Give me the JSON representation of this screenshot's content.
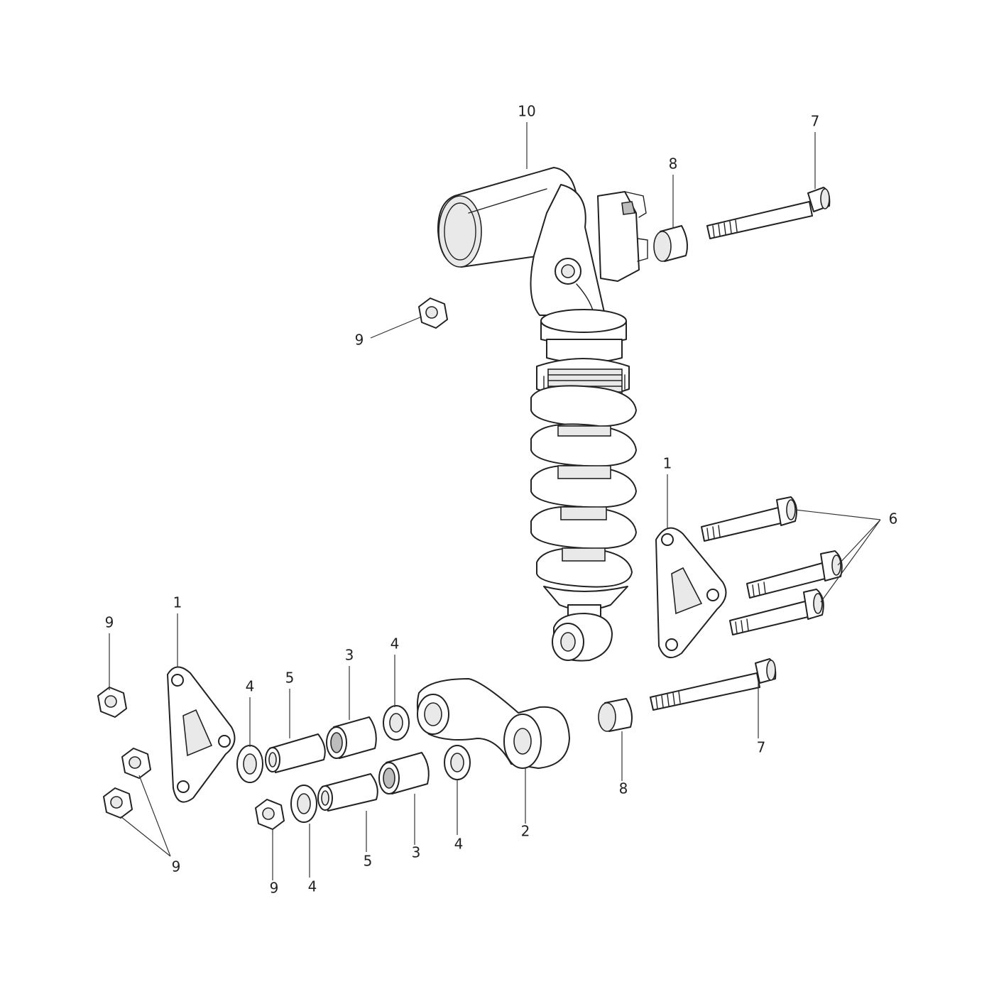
{
  "diagram": {
    "callouts": [
      {
        "id": "c10",
        "text": "10"
      },
      {
        "id": "c7a",
        "text": "7"
      },
      {
        "id": "c8a",
        "text": "8"
      },
      {
        "id": "c9a",
        "text": "9"
      },
      {
        "id": "c1r",
        "text": "1"
      },
      {
        "id": "c6",
        "text": "6"
      },
      {
        "id": "c9l",
        "text": "9"
      },
      {
        "id": "c1l",
        "text": "1"
      },
      {
        "id": "c4a",
        "text": "4"
      },
      {
        "id": "c5a",
        "text": "5"
      },
      {
        "id": "c3a",
        "text": "3"
      },
      {
        "id": "c4b",
        "text": "4"
      },
      {
        "id": "c7b",
        "text": "7"
      },
      {
        "id": "c8b",
        "text": "8"
      },
      {
        "id": "c2",
        "text": "2"
      },
      {
        "id": "c4c",
        "text": "4"
      },
      {
        "id": "c3b",
        "text": "3"
      },
      {
        "id": "c5b",
        "text": "5"
      },
      {
        "id": "c4d",
        "text": "4"
      },
      {
        "id": "c9b",
        "text": "9"
      },
      {
        "id": "c9c",
        "text": "9"
      }
    ]
  }
}
